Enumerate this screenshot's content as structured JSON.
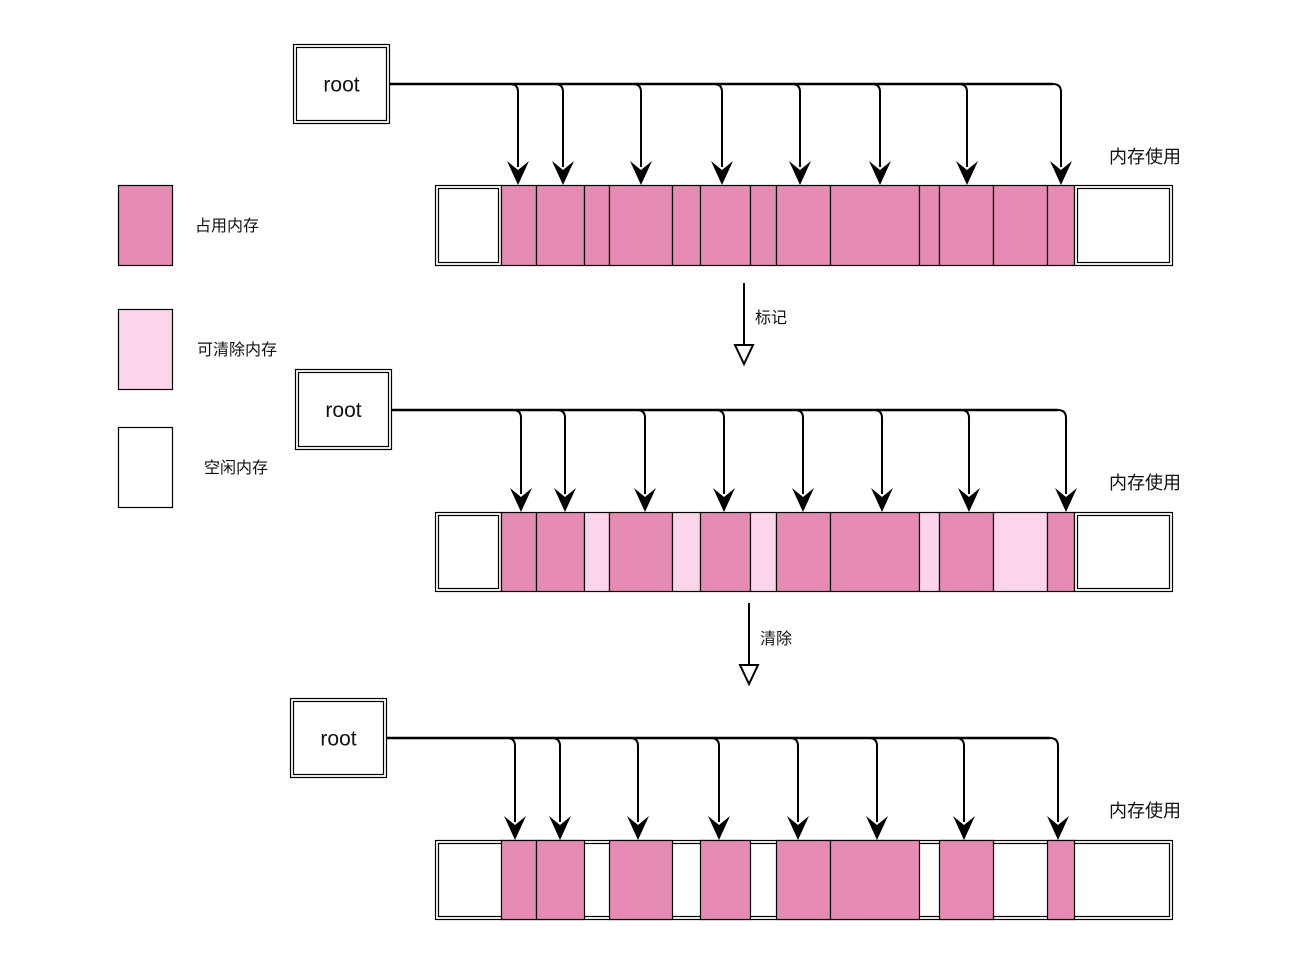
{
  "title": "标记-清除 内存回收示意图",
  "colors": {
    "occupied": "#e68bb3",
    "collectible": "#fdd5eb",
    "free": "#ffffff",
    "stroke": "#000000"
  },
  "legend": [
    {
      "label": "占用内存",
      "type": "occupied"
    },
    {
      "label": "可清除内存",
      "type": "collectible"
    },
    {
      "label": "空闲内存",
      "type": "free"
    }
  ],
  "root_label": "root",
  "memory_label": "内存使用",
  "steps": [
    {
      "label": "标记"
    },
    {
      "label": "清除"
    }
  ],
  "stages": [
    {
      "name": "initial",
      "root_text": "root",
      "memory_text": "内存使用",
      "segments": [
        "free",
        "occupied",
        "occupied",
        "occupied",
        "occupied",
        "occupied",
        "occupied",
        "occupied",
        "occupied",
        "occupied",
        "occupied",
        "occupied",
        "occupied",
        "occupied",
        "free"
      ],
      "referenced_segments": [
        1,
        2,
        4,
        6,
        8,
        9,
        11,
        13
      ]
    },
    {
      "name": "marked",
      "root_text": "root",
      "memory_text": "内存使用",
      "segments": [
        "free",
        "occupied",
        "occupied",
        "collectible",
        "occupied",
        "collectible",
        "occupied",
        "collectible",
        "occupied",
        "occupied",
        "collectible",
        "occupied",
        "collectible",
        "occupied",
        "free"
      ],
      "referenced_segments": [
        1,
        2,
        4,
        6,
        8,
        9,
        11,
        13
      ]
    },
    {
      "name": "swept",
      "root_text": "root",
      "memory_text": "内存使用",
      "segments": [
        "free",
        "occupied",
        "occupied",
        "free",
        "occupied",
        "free",
        "occupied",
        "free",
        "occupied",
        "occupied",
        "free",
        "occupied",
        "free",
        "occupied",
        "free"
      ],
      "referenced_segments": [
        1,
        2,
        4,
        6,
        8,
        9,
        11,
        13
      ]
    }
  ]
}
